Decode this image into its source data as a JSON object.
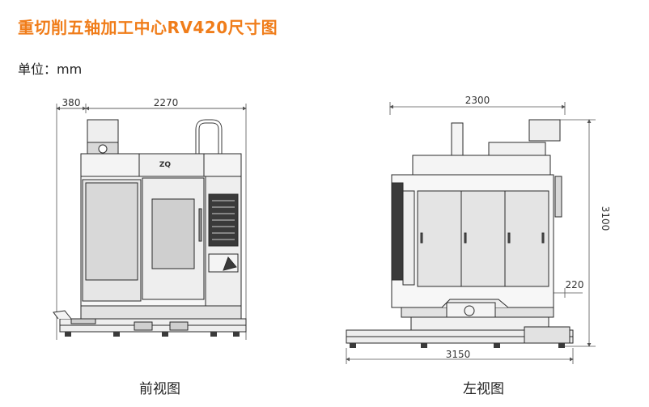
{
  "title": "重切削五轴加工中心RV420尺寸图",
  "unit_label": "单位：mm",
  "logo_text": "ZQ",
  "views": {
    "front": {
      "caption": "前视图",
      "dim_left_offset": "380",
      "dim_width": "2270"
    },
    "side": {
      "caption": "左视图",
      "dim_top_width": "2300",
      "dim_height": "3100",
      "dim_right_offset": "220",
      "dim_bottom_width": "3150"
    }
  },
  "colors": {
    "title": "#f07d1a",
    "line": "#2a2a2a",
    "dim": "#555555",
    "panel_dark": "#3a3a3a",
    "panel_mid": "#d8d8d8",
    "panel_light": "#eeeeee"
  }
}
